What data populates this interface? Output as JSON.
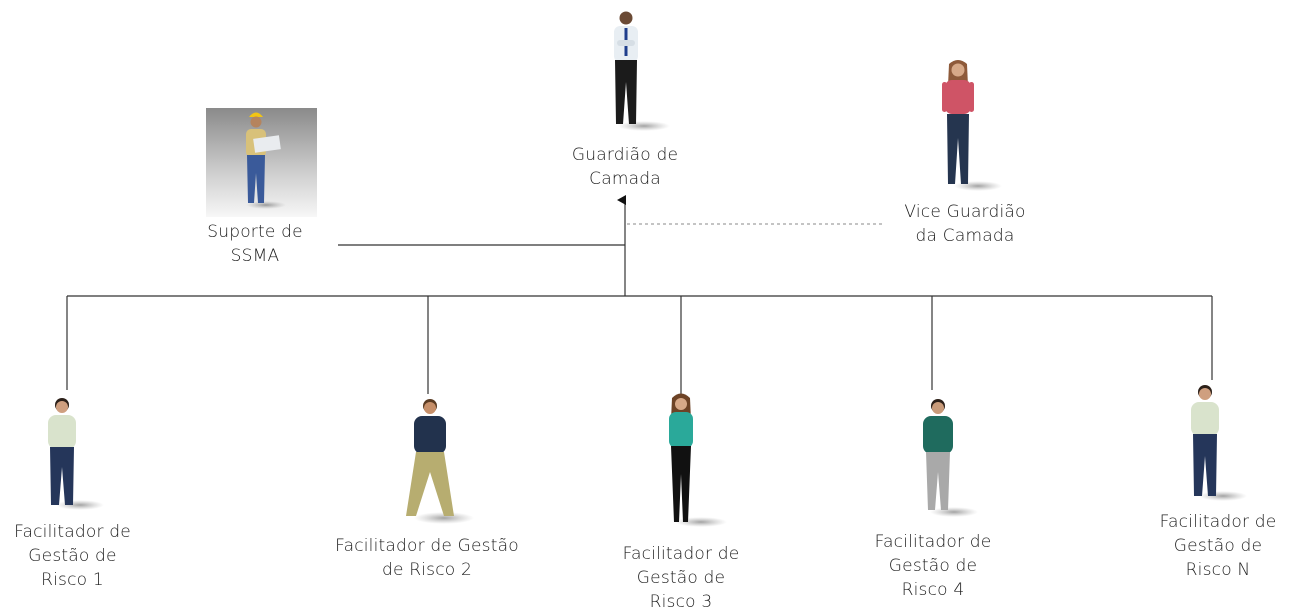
{
  "nodes": {
    "guardiao": {
      "line1": "Guardião de",
      "line2": "Camada"
    },
    "vice": {
      "line1": "Vice Guardião",
      "line2": "da Camada"
    },
    "ssma": {
      "line1": "Suporte de",
      "line2": "SSMA"
    },
    "f1": {
      "line1": "Facilitador de",
      "line2": "Gestão de",
      "line3": "Risco 1"
    },
    "f2": {
      "line1": "Facilitador de Gestão",
      "line2": "de Risco 2"
    },
    "f3": {
      "line1": "Facilitador de",
      "line2": "Gestão de",
      "line3": "Risco 3"
    },
    "f4": {
      "line1": "Facilitador de",
      "line2": "Gestão de",
      "line3": "Risco 4"
    },
    "fn": {
      "line1": "Facilitador de",
      "line2": "Gestão de",
      "line3": "Risco N"
    }
  }
}
